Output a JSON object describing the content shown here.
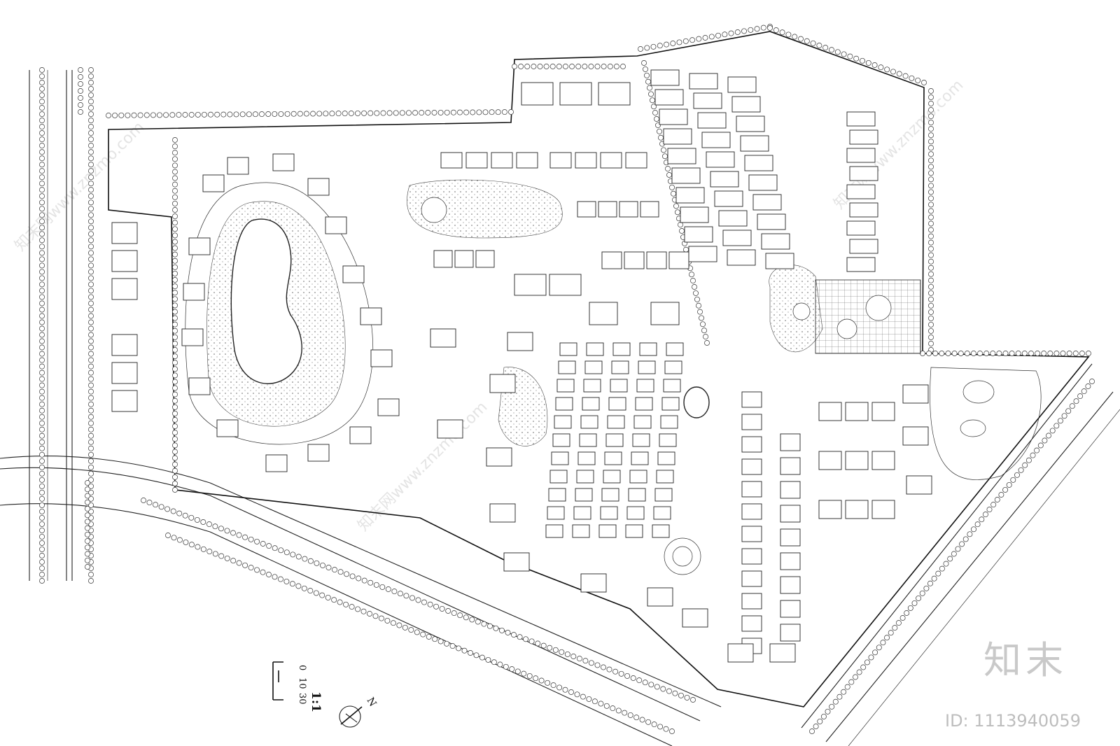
{
  "map": {
    "scale_bar": {
      "ticks": [
        "0",
        "10",
        "30"
      ],
      "ratio": "1:1"
    },
    "north_label": "N",
    "watermark": {
      "logo_text": "知末",
      "id_text": "ID: 1113940059",
      "diagonal_text": "知末网www.znzmo.com"
    },
    "colors": {
      "ink": "#222222",
      "paper": "#ffffff",
      "watermark": "#c9c9c9"
    }
  }
}
